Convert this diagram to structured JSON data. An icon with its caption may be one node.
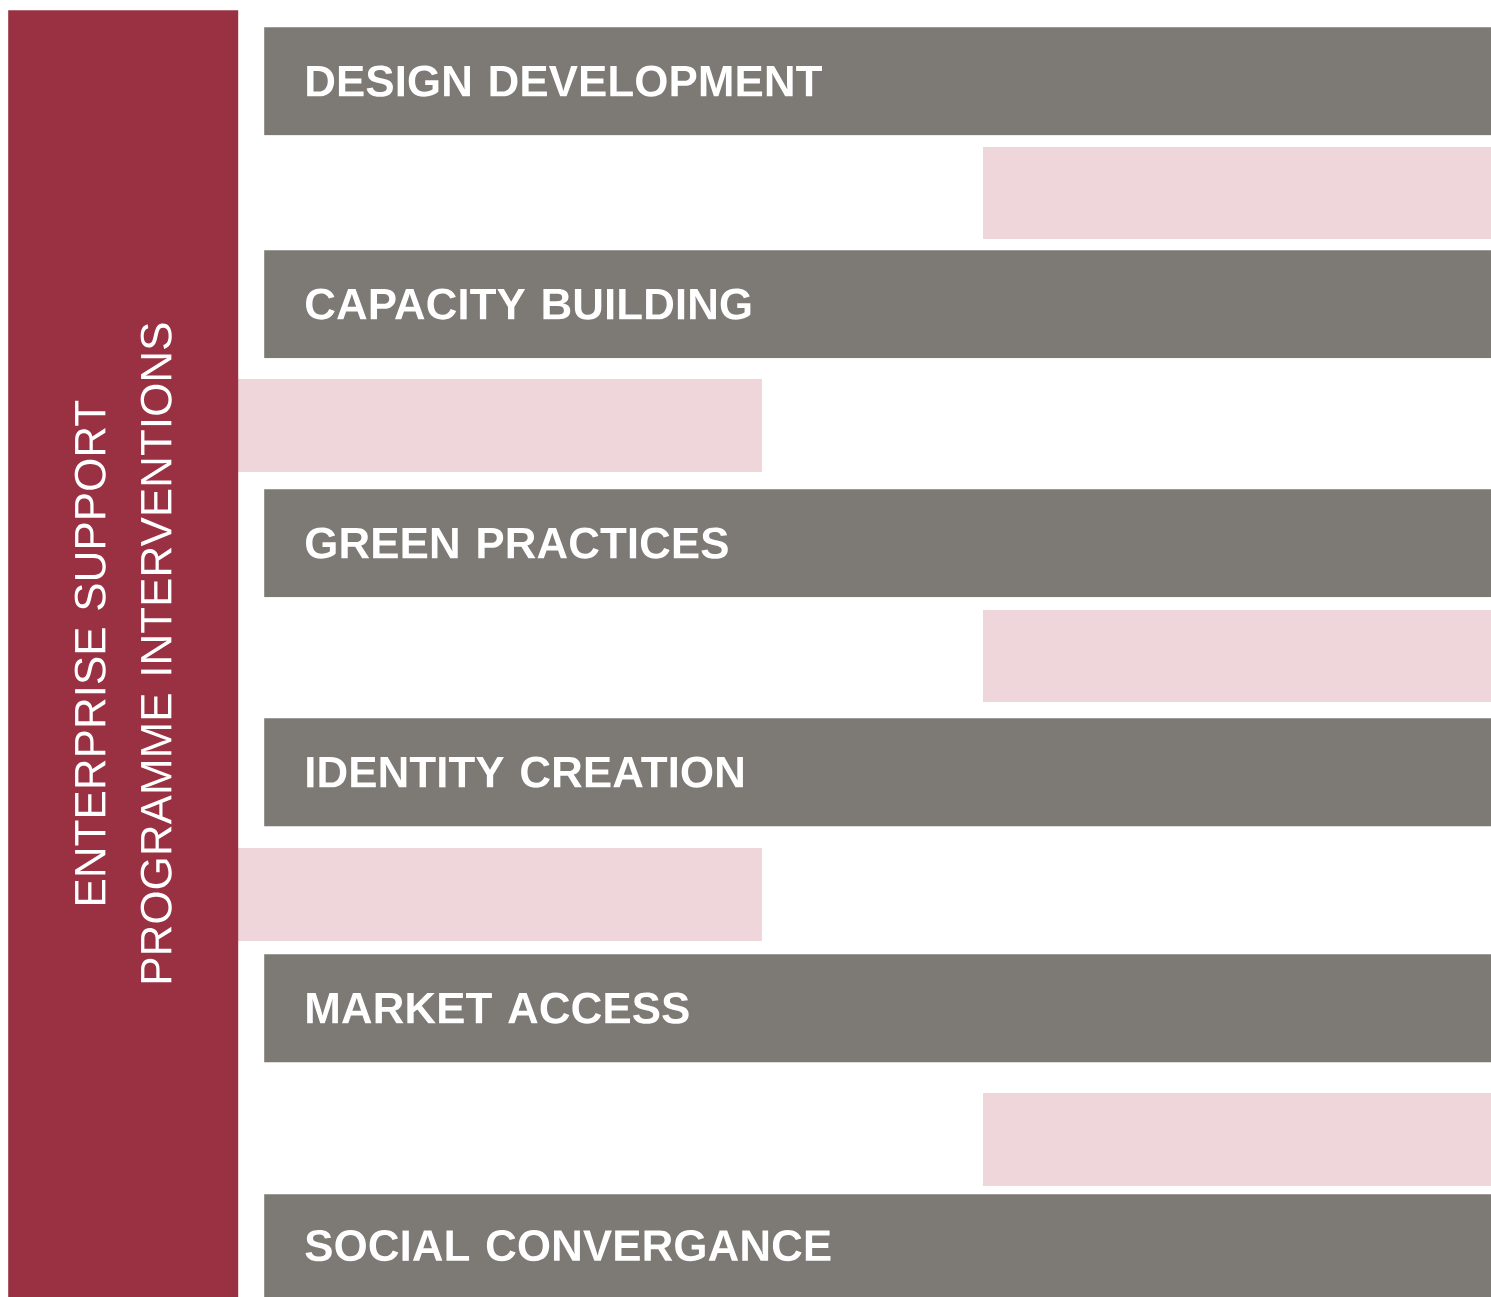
{
  "diagram": {
    "nodes": [
      {
        "text": [
          "ENTERPRISE SUPPORT PROGRAMME INTERVENTIONS"
        ]
      },
      {
        "text": [
          "DESIGN DEVELOPMENT"
        ]
      },
      {
        "text": [
          "CAPACITY BUILDING"
        ]
      },
      {
        "text": [
          "GREEN PRACTICES"
        ]
      },
      {
        "text": [
          "IDENTITY CREATION"
        ]
      },
      {
        "text": [
          "MARKET ACCESS"
        ]
      },
      {
        "text": [
          "SOCIAL CONVERGANCE"
        ]
      }
    ]
  }
}
